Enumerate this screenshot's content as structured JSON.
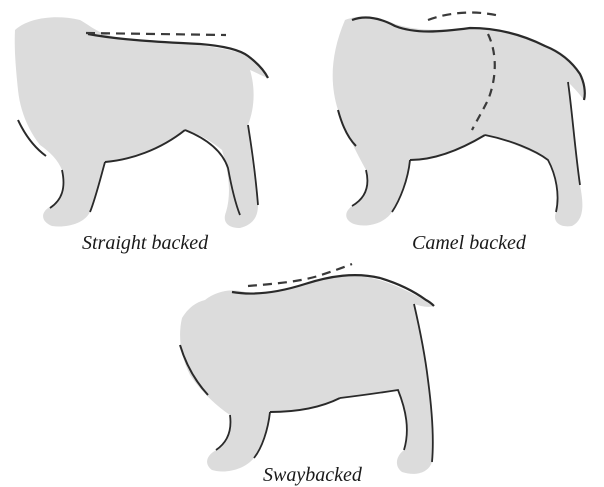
{
  "figure": {
    "panels": [
      {
        "id": "straight",
        "caption": "Straight backed"
      },
      {
        "id": "camel",
        "caption": "Camel backed"
      },
      {
        "id": "sway",
        "caption": "Swaybacked"
      }
    ]
  },
  "colors": {
    "body_fill": "#dcdcdc",
    "outline": "#2a2a2a",
    "shade": "#c4c4c4",
    "guide_line": "#3a3a3a"
  }
}
